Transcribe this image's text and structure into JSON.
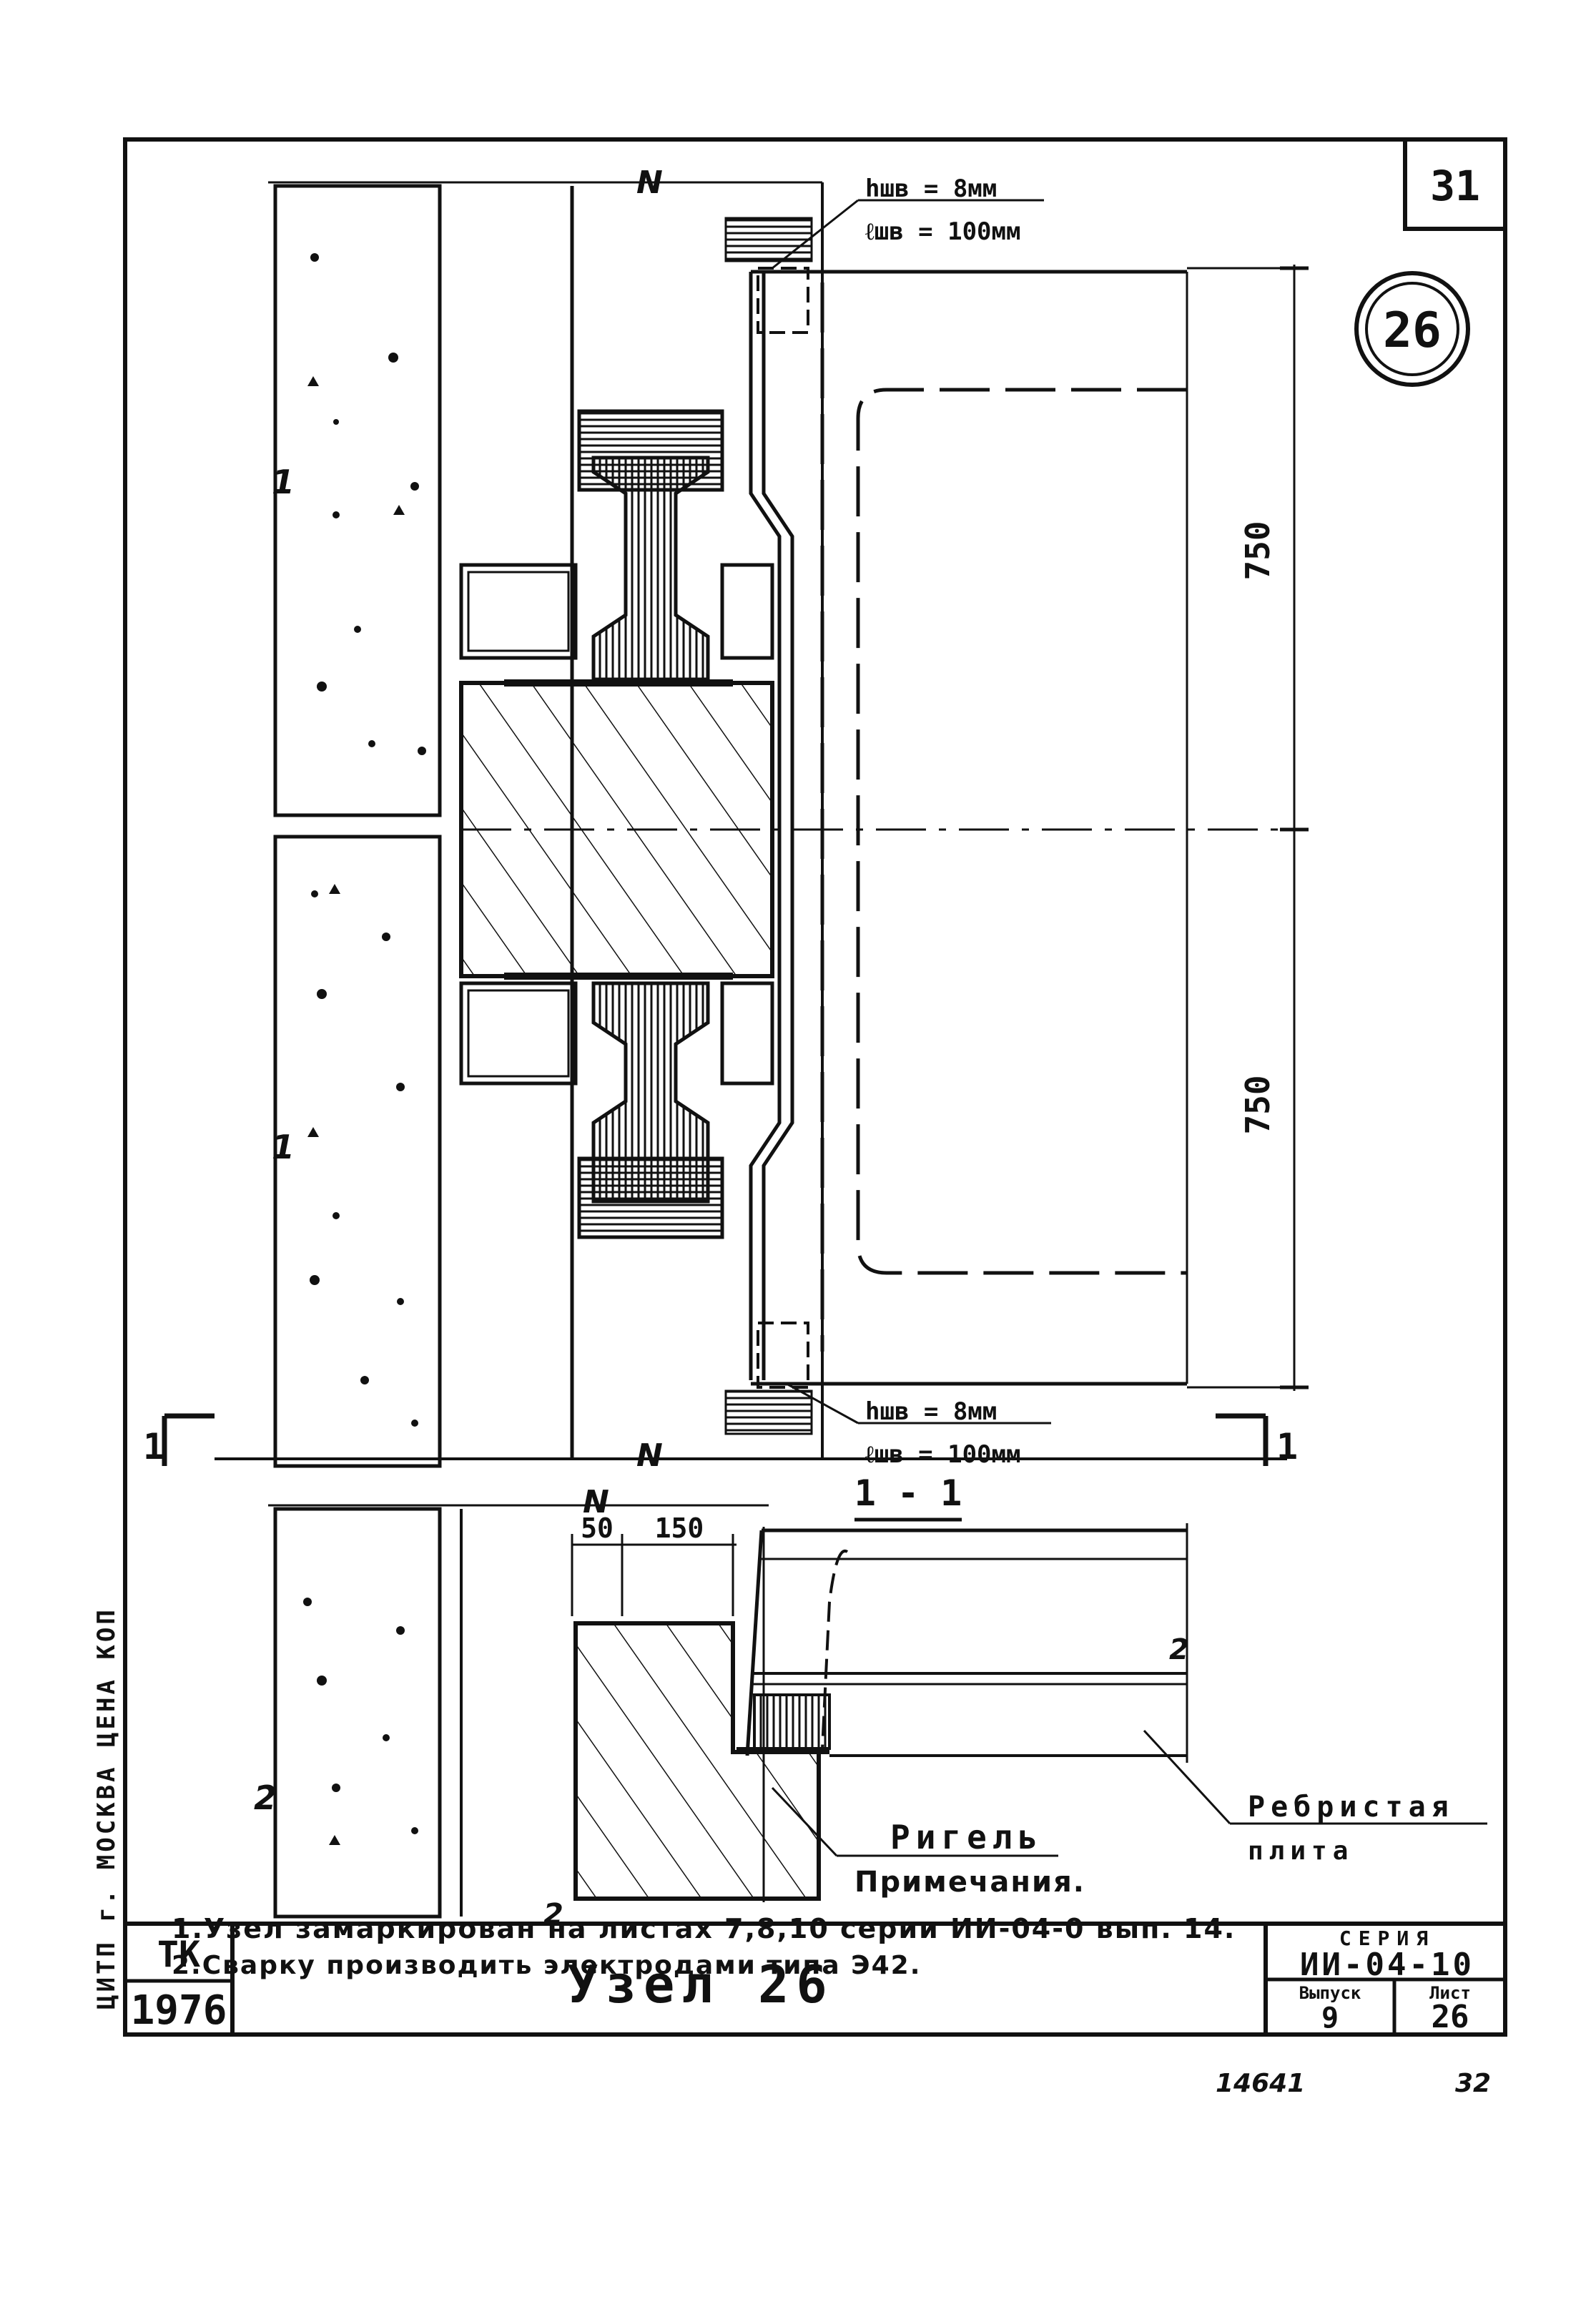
{
  "sheet": {
    "number_box": "31",
    "node_circle": "26",
    "title": "Узел 26",
    "organization": "ТК",
    "year": "1976",
    "series_label": "СЕРИЯ",
    "series": "ИИ-04-10",
    "issue_label": "Выпуск",
    "issue": "9",
    "sheet_label": "Лист",
    "sheet": "26",
    "footer_left": "14641",
    "footer_right": "32",
    "side_stamp": "ЦИТП г. МОСКВА ЦЕНА КОП"
  },
  "annotations": {
    "axis_mark_top": "N",
    "axis_mark_mid": "N",
    "axis_mark_section": "N",
    "weld_top_h": "hшв = 8мм",
    "weld_top_l": "ℓшв = 100мм",
    "weld_bottom_h": "hшв = 8мм",
    "weld_bottom_l": "ℓшв = 100мм",
    "dim_upper": "750",
    "dim_lower": "750",
    "cut_left": "1",
    "cut_right": "1",
    "section_title": "1 - 1",
    "dim_50": "50",
    "dim_150": "150",
    "leader_1a": "1",
    "leader_1b": "1",
    "leader_2a": "2",
    "leader_2b": "2",
    "leader_2c": "2",
    "label_slab_1": "Ребристая",
    "label_slab_2": "плита",
    "label_beam": "Ригель"
  },
  "notes": {
    "heading": "Примечания.",
    "items": [
      "1.Узел замаркирован на листах 7,8,10 серии ИИ-04-0 вып. 14.",
      "2.Сварку производить электродами типа Э42."
    ]
  }
}
